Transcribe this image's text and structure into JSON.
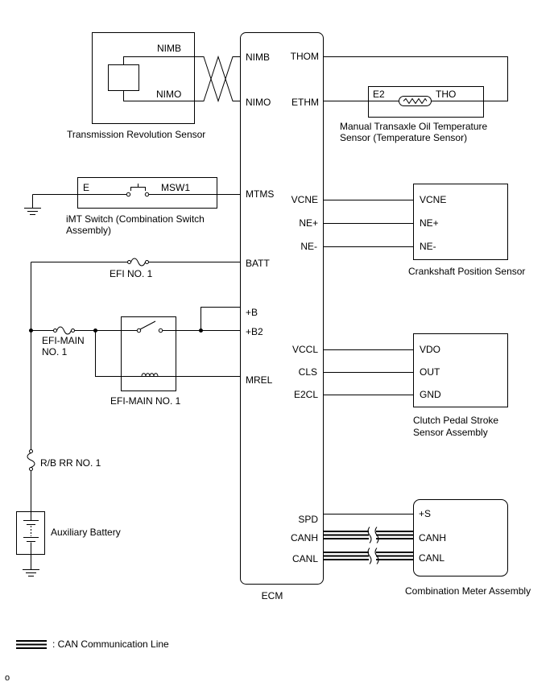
{
  "diagram": {
    "ecm": {
      "label": "ECM",
      "left_pins": {
        "nimb": "NIMB",
        "nimo": "NIMO",
        "mtms": "MTMS",
        "batt": "BATT",
        "plus_b": "+B",
        "plus_b2": "+B2",
        "mrel": "MREL"
      },
      "right_pins": {
        "thom": "THOM",
        "ethm": "ETHM",
        "vcne": "VCNE",
        "ne_plus": "NE+",
        "ne_minus": "NE-",
        "vccl": "VCCL",
        "cls": "CLS",
        "e2cl": "E2CL",
        "spd": "SPD",
        "canh": "CANH",
        "canl": "CANL"
      }
    },
    "transmission_revolution_sensor": {
      "label": "Transmission Revolution Sensor",
      "pins": {
        "nimb": "NIMB",
        "nimo": "NIMO"
      }
    },
    "oil_temperature_sensor": {
      "label_lines": [
        "Manual Transaxle Oil Temperature",
        "Sensor (Temperature Sensor)"
      ],
      "pins": {
        "e2": "E2",
        "tho": "THO"
      }
    },
    "imt_switch": {
      "label_lines": [
        "iMT Switch (Combination Switch",
        "Assembly)"
      ],
      "pins": {
        "e": "E",
        "msw1": "MSW1"
      }
    },
    "crankshaft_position_sensor": {
      "label": "Crankshaft Position Sensor",
      "pins": {
        "vcne": "VCNE",
        "ne_plus": "NE+",
        "ne_minus": "NE-"
      }
    },
    "fuse_efi_no1": {
      "label": "EFI NO. 1"
    },
    "fuse_efi_main_no1": {
      "label_lines": [
        "EFI-MAIN",
        "NO. 1"
      ]
    },
    "relay_efi_main_no1": {
      "label": "EFI-MAIN NO. 1"
    },
    "clutch_pedal_stroke_sensor": {
      "label_lines": [
        "Clutch Pedal Stroke",
        "Sensor Assembly"
      ],
      "pins": {
        "vdo": "VDO",
        "out": "OUT",
        "gnd": "GND"
      }
    },
    "combination_meter": {
      "label": "Combination Meter Assembly",
      "pins": {
        "plus_s": "+S",
        "canh": "CANH",
        "canl": "CANL"
      }
    },
    "fuse_rb_rr_no1": {
      "label": "R/B RR NO. 1"
    },
    "auxiliary_battery": {
      "label": "Auxiliary Battery"
    },
    "legend": {
      "can_line": ": CAN Communication Line"
    },
    "footer": "o"
  },
  "colors": {
    "line": "#000000",
    "background": "#ffffff"
  }
}
